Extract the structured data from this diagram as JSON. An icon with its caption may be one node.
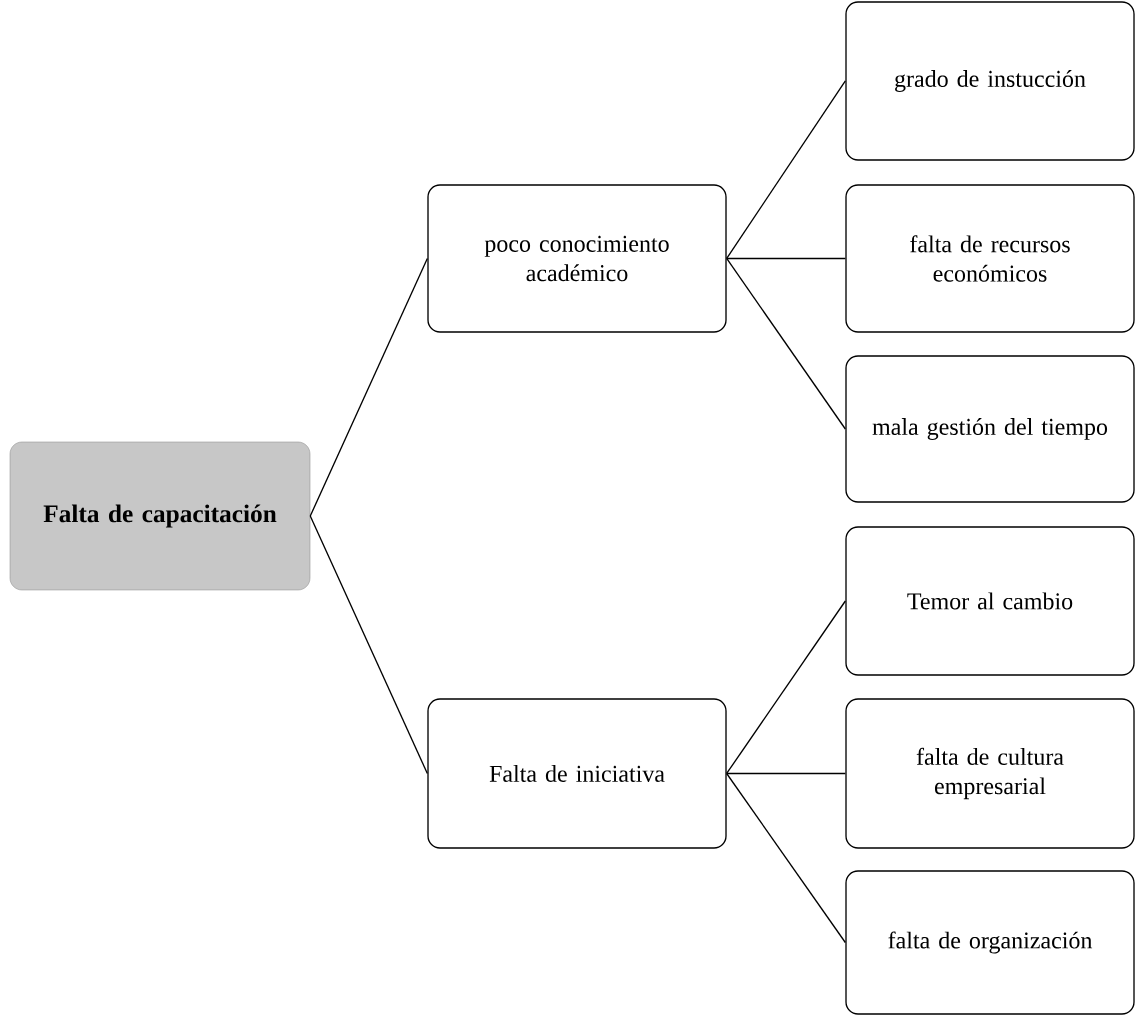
{
  "diagram": {
    "nodes": [
      {
        "text": [
          "Falta de capacitación"
        ]
      },
      {
        "text": [
          "poco conocimiento académico"
        ]
      },
      {
        "text": [
          "grado de instucción"
        ]
      },
      {
        "text": [
          "falta de recursos económicos"
        ]
      },
      {
        "text": [
          "mala gestión del tiempo"
        ]
      },
      {
        "text": [
          "Falta de iniciativa"
        ]
      },
      {
        "text": [
          "Temor al cambio"
        ]
      },
      {
        "text": [
          "falta de cultura empresarial"
        ]
      },
      {
        "text": [
          "falta de organización"
        ]
      }
    ],
    "edges": [
      {
        "from": 0,
        "to": 1,
        "arrow": "none"
      },
      {
        "from": 0,
        "to": 5,
        "arrow": "none"
      },
      {
        "from": 1,
        "to": 2,
        "arrow": "none"
      },
      {
        "from": 1,
        "to": 3,
        "arrow": "none"
      },
      {
        "from": 1,
        "to": 4,
        "arrow": "none"
      },
      {
        "from": 5,
        "to": 6,
        "arrow": "none"
      },
      {
        "from": 5,
        "to": 7,
        "arrow": "none"
      },
      {
        "from": 5,
        "to": 8,
        "arrow": "none"
      }
    ]
  }
}
